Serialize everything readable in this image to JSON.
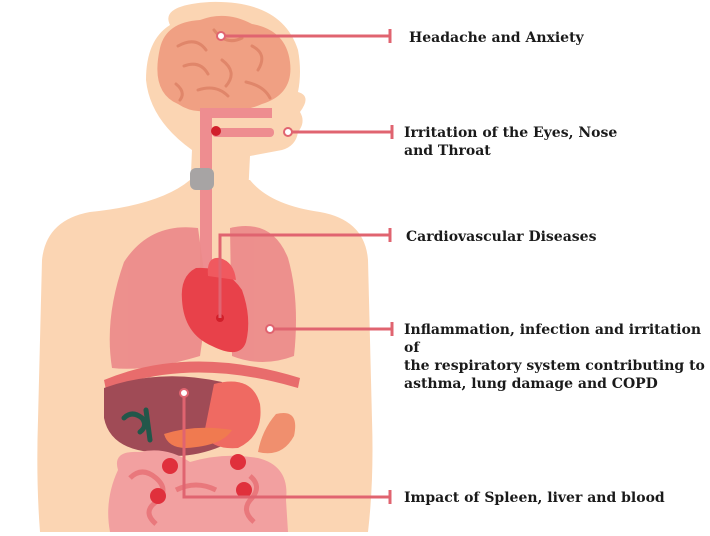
{
  "colors": {
    "skin": "#fbd5b3",
    "organ": "#ec8a8a",
    "leader": "#e06470",
    "text": "#1a1a1a"
  },
  "annotations": [
    {
      "id": "brain",
      "label": "Headache and Anxiety"
    },
    {
      "id": "airway",
      "label": "Irritation of the Eyes, Nose\nand Throat"
    },
    {
      "id": "heart",
      "label": "Cardiovascular Diseases"
    },
    {
      "id": "lungs",
      "label": "Inflammation, infection and irritation of\nthe respiratory system contributing to\nasthma, lung damage and COPD"
    },
    {
      "id": "abdomen",
      "label": "Impact of Spleen, liver and blood"
    }
  ]
}
